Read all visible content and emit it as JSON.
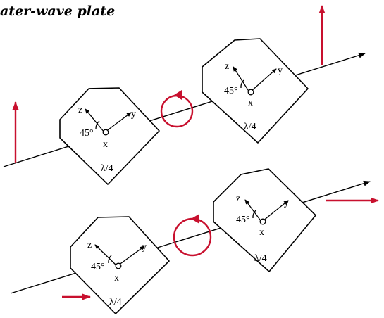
{
  "title": "ater-wave plate",
  "colors": {
    "polarization": "#c8102e",
    "lines": "#000000"
  },
  "diagrams": [
    {
      "id": "top",
      "plates": [
        {
          "z": "z",
          "y": "y",
          "x": "x",
          "angle": "45°",
          "label": "λ/4"
        },
        {
          "z": "z",
          "y": "y",
          "x": "x",
          "angle": "45°",
          "label": "λ/4"
        }
      ]
    },
    {
      "id": "bottom",
      "plates": [
        {
          "z": "z",
          "y": "y",
          "x": "x",
          "angle": "45°",
          "label": "λ/4"
        },
        {
          "z": "z",
          "y": "y",
          "x": "x",
          "angle": "45°",
          "label": "λ/4"
        }
      ]
    }
  ]
}
